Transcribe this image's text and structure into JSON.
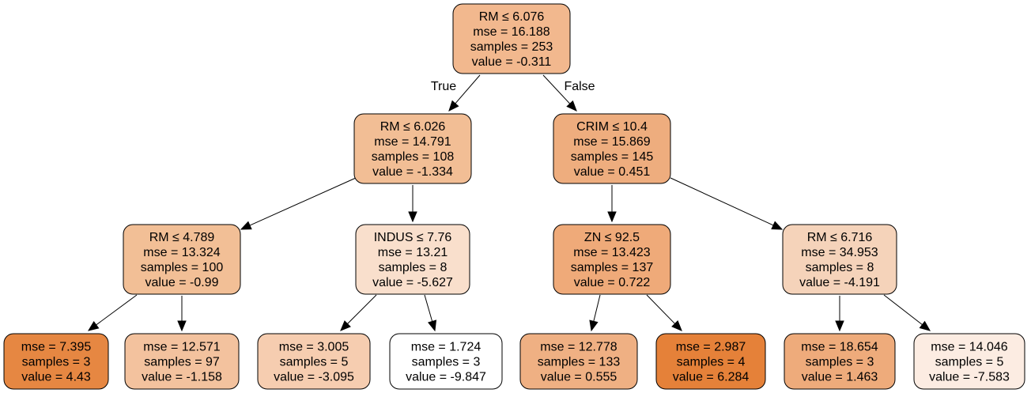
{
  "colors": {
    "border": "#000000",
    "node_fills": {
      "n0": "#f2b88e",
      "n1": "#f2be95",
      "n2": "#eead7e",
      "n3": "#f2bf96",
      "n4": "#f9dfcc",
      "n5": "#efaa79",
      "n6": "#f5d3ba",
      "n7": "#e68742",
      "n8": "#f3c29e",
      "n9": "#f6cdb0",
      "n10": "#ffffff",
      "n11": "#efb083",
      "n12": "#e58139",
      "n13": "#eeab7b",
      "n14": "#fcece2"
    }
  },
  "edge_labels": {
    "true_label": "True",
    "false_label": "False"
  },
  "nodes": {
    "n0": [
      "RM ≤ 6.076",
      "mse = 16.188",
      "samples = 253",
      "value = -0.311"
    ],
    "n1": [
      "RM ≤ 6.026",
      "mse = 14.791",
      "samples = 108",
      "value = -1.334"
    ],
    "n2": [
      "CRIM ≤ 10.4",
      "mse = 15.869",
      "samples = 145",
      "value = 0.451"
    ],
    "n3": [
      "RM ≤ 4.789",
      "mse = 13.324",
      "samples = 100",
      "value = -0.99"
    ],
    "n4": [
      "INDUS ≤ 7.76",
      "mse = 13.21",
      "samples = 8",
      "value = -5.627"
    ],
    "n5": [
      "ZN ≤ 92.5",
      "mse = 13.423",
      "samples = 137",
      "value = 0.722"
    ],
    "n6": [
      "RM ≤ 6.716",
      "mse = 34.953",
      "samples = 8",
      "value = -4.191"
    ],
    "n7": [
      "mse = 7.395",
      "samples = 3",
      "value = 4.43"
    ],
    "n8": [
      "mse = 12.571",
      "samples = 97",
      "value = -1.158"
    ],
    "n9": [
      "mse = 3.005",
      "samples = 5",
      "value = -3.095"
    ],
    "n10": [
      "mse = 1.724",
      "samples = 3",
      "value = -9.847"
    ],
    "n11": [
      "mse = 12.778",
      "samples = 133",
      "value = 0.555"
    ],
    "n12": [
      "mse = 2.987",
      "samples = 4",
      "value = 6.284"
    ],
    "n13": [
      "mse = 18.654",
      "samples = 3",
      "value = 1.463"
    ],
    "n14": [
      "mse = 14.046",
      "samples = 5",
      "value = -7.583"
    ]
  }
}
